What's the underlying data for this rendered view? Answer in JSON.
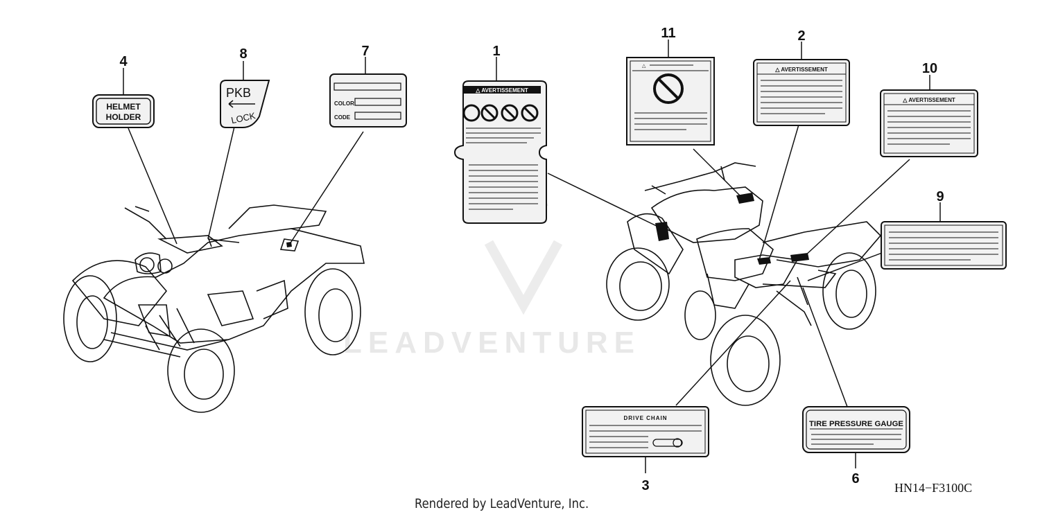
{
  "watermark": "LEADVENTURE",
  "figure_code": "HN14−F3100C",
  "credit": "Rendered by LeadVenture, Inc.",
  "callouts": [
    "1",
    "2",
    "3",
    "4",
    "6",
    "7",
    "8",
    "9",
    "10",
    "11"
  ],
  "labels": {
    "helmet_holder": [
      "HELMET",
      "HOLDER"
    ],
    "pkb": "PKB",
    "lock": "LOCK",
    "color": "COLOR",
    "code": "CODE",
    "warning": "AVERTISSEMENT",
    "drive_chain": "DRIVE CHAIN",
    "tire_gauge": "TIRE PRESSURE GAUGE"
  },
  "colors": {
    "line": "#111111",
    "label_fill": "#f2f2f2",
    "watermark": "#e8e8e8"
  }
}
